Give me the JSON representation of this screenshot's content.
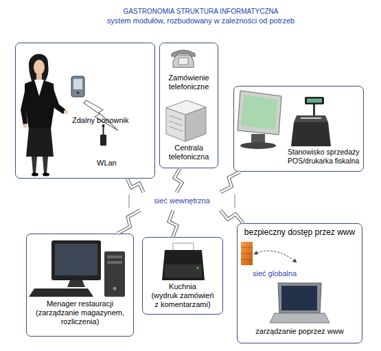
{
  "diagram": {
    "title": "GASTRONOMIA STRUKTURA INFORMATYCZNA",
    "nodes": [
      {
        "text": [
          "Zdalny bonownik",
          "WLan"
        ]
      },
      {
        "text": [
          "Zamówienie telefoniczne",
          "Centrala telefoniczna"
        ]
      },
      {
        "text": [
          "Stanowisko sprzedaży POS/drukarka fiskalna"
        ]
      },
      {
        "text": [
          "sieć wewnętrzna"
        ]
      },
      {
        "text": [
          "Menager restauracji",
          "(zarządzanie magazynem, rozliczenia)"
        ]
      },
      {
        "text": [
          "Kuchnia",
          "(wydruk zamówień z komentarzami)"
        ]
      },
      {
        "text": [
          "bezpieczny dostęp przez www",
          "sieć globalna",
          "zarządzanie poprzez www"
        ]
      }
    ],
    "edges": [
      {
        "from": 0,
        "to": 3,
        "arrow": "none"
      },
      {
        "from": 1,
        "to": 3,
        "arrow": "none"
      },
      {
        "from": 2,
        "to": 3,
        "arrow": "none"
      },
      {
        "from": 3,
        "to": 4,
        "arrow": "none"
      },
      {
        "from": 3,
        "to": 5,
        "arrow": "none"
      },
      {
        "from": 3,
        "to": 6,
        "arrow": "none"
      }
    ],
    "labels": [
      "system modułów, rozbudowany w zależności od potrzeb"
    ]
  }
}
